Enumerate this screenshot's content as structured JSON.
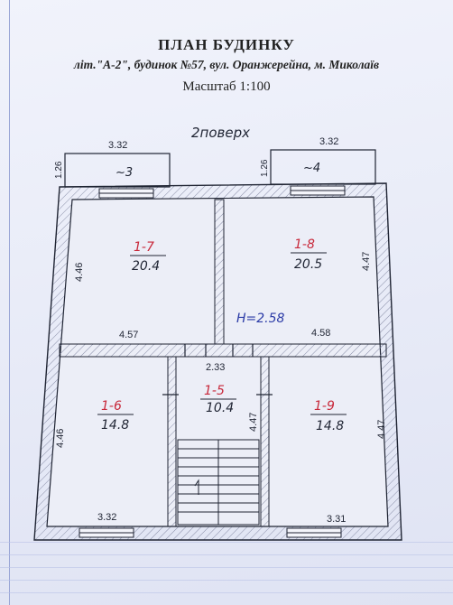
{
  "header": {
    "title": "ПЛАН БУДИНКУ",
    "subtitle": "літ.\"А-2\", будинок №57, вул. Оранжерейна, м. Миколаїв",
    "scale": "Масштаб 1:100"
  },
  "floor_label": "2поверх",
  "height_label": "H=2.58",
  "balconies": [
    {
      "width": "3.32",
      "depth": "1.26",
      "number": "~3"
    },
    {
      "width": "3.32",
      "depth": "1.26",
      "number": "~4"
    }
  ],
  "rooms": [
    {
      "id": "1-7",
      "area": "20.4",
      "len": "4.46"
    },
    {
      "id": "1-8",
      "area": "20.5",
      "len": "4.47"
    },
    {
      "id": "1-6",
      "area": "14.8",
      "len": "4.46"
    },
    {
      "id": "1-5",
      "area": "10.4",
      "len": "4.47"
    },
    {
      "id": "1-9",
      "area": "14.8",
      "len": "4.47"
    }
  ],
  "dimensions": {
    "left_top": "4.57",
    "right_top": "4.58",
    "corridor": "2.33",
    "bottom_left": "3.32",
    "bottom_right": "3.31"
  },
  "colors": {
    "ink": "#1f2433",
    "room_id": "#c8283a",
    "height_mark": "#2a3aa6",
    "wall_fill": "#e6e8f0"
  }
}
